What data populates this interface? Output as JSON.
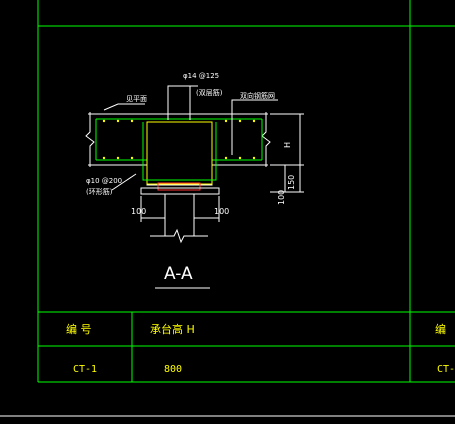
{
  "colors": {
    "background": "#000000",
    "frame": "#00ff00",
    "white": "#ffffff",
    "concrete": "#ffff00",
    "rebar": "#00ff00",
    "accent": "#ff3333"
  },
  "drawing": {
    "rebar_top_label": "φ14 @125",
    "rebar_top_sub": "(双层筋)",
    "face_label": "见平面",
    "mesh_label": "双向钢筋网",
    "rebar_left_label": "φ10 @200",
    "rebar_left_sub": "(环形筋)",
    "dim_h": "H",
    "dim_150": "150",
    "dim_100_v": "100",
    "dim_100_left": "100",
    "dim_100_right": "100",
    "section_title": "A-A"
  },
  "table": {
    "headers": [
      "编 号",
      "承台高 H",
      "编"
    ],
    "rows": [
      [
        "CT-1",
        "800",
        "CT-"
      ]
    ]
  }
}
